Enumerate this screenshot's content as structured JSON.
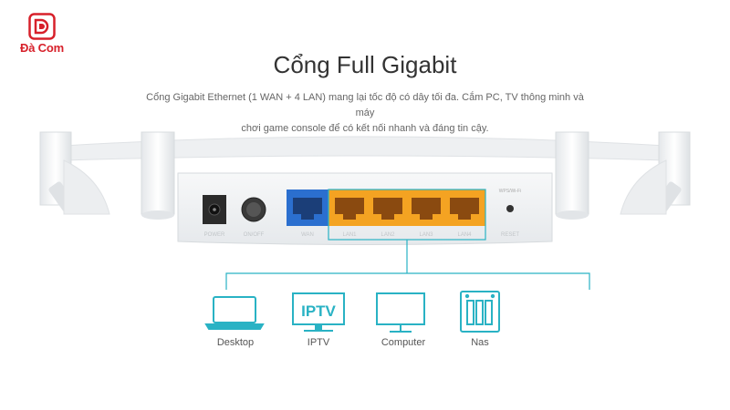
{
  "brand": {
    "logo_text": "Đà Com",
    "color": "#d7202a"
  },
  "header": {
    "title": "Cổng Full Gigabit",
    "description_line1": "Cổng Gigabit Ethernet (1 WAN + 4 LAN) mang lại tốc độ có dây tối đa. Cắm PC, TV thông minh và máy",
    "description_line2": "chơi game console để có kết nối nhanh và đáng tin cậy."
  },
  "router": {
    "ports": [
      "POWER",
      "ON/OFF",
      "WAN",
      "LAN1",
      "LAN2",
      "LAN3",
      "LAN4"
    ],
    "wps_label": "WPS/Wi-Fi",
    "reset_label": "RESET",
    "wan_color": "#2b6fcf",
    "lan_color": "#f4a322",
    "cable_color": "#29b2c4"
  },
  "devices": [
    {
      "label": "Desktop",
      "icon": "laptop-icon"
    },
    {
      "label": "IPTV",
      "icon": "tv-icon",
      "screen_text": "IPTV"
    },
    {
      "label": "Computer",
      "icon": "monitor-icon"
    },
    {
      "label": "Nas",
      "icon": "nas-icon"
    }
  ]
}
